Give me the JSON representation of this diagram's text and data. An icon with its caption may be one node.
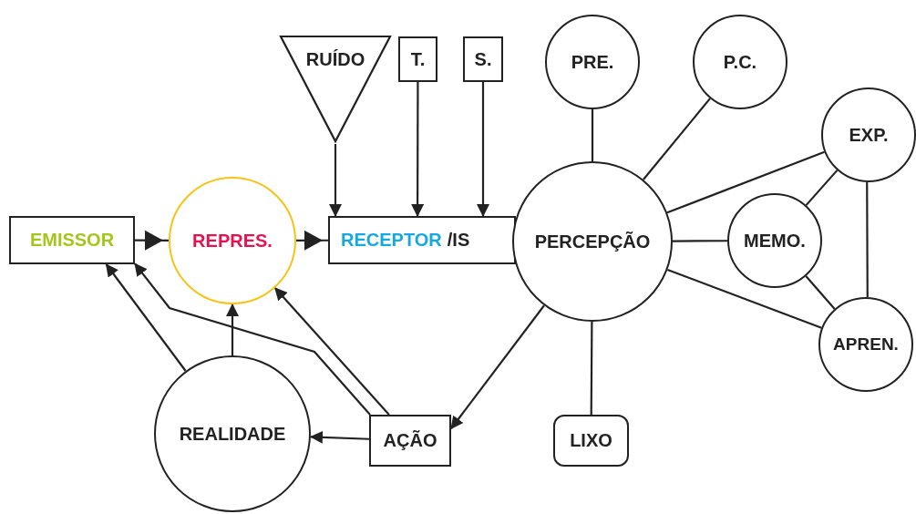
{
  "diagram": {
    "nodes": [
      {
        "text": [
          "RUÍDO"
        ]
      },
      {
        "text": [
          "T."
        ]
      },
      {
        "text": [
          "S."
        ]
      },
      {
        "text": [
          "PRE."
        ]
      },
      {
        "text": [
          "P.C."
        ]
      },
      {
        "text": [
          "EXP."
        ]
      },
      {
        "text": [
          "EMISSOR"
        ]
      },
      {
        "text": [
          "REPRES."
        ]
      },
      {
        "text": [
          "RECEPTOR",
          "/IS"
        ]
      },
      {
        "text": [
          "PERCEPÇÃO"
        ]
      },
      {
        "text": [
          "MEMO."
        ]
      },
      {
        "text": [
          "APREN."
        ]
      },
      {
        "text": [
          "REALIDADE"
        ]
      },
      {
        "text": [
          "AÇÃO"
        ]
      },
      {
        "text": [
          "LIXO"
        ]
      }
    ],
    "edges": [
      {
        "from": 0,
        "to": 8,
        "arrow": "to"
      },
      {
        "from": 1,
        "to": 8,
        "arrow": "to"
      },
      {
        "from": 2,
        "to": 8,
        "arrow": "to"
      },
      {
        "from": 6,
        "to": 7,
        "arrow": "to"
      },
      {
        "from": 7,
        "to": 8,
        "arrow": "to"
      },
      {
        "from": 3,
        "to": 9,
        "arrow": "none"
      },
      {
        "from": 4,
        "to": 9,
        "arrow": "none"
      },
      {
        "from": 5,
        "to": 9,
        "arrow": "none"
      },
      {
        "from": 9,
        "to": 10,
        "arrow": "none"
      },
      {
        "from": 9,
        "to": 11,
        "arrow": "none"
      },
      {
        "from": 5,
        "to": 10,
        "arrow": "none"
      },
      {
        "from": 5,
        "to": 11,
        "arrow": "none"
      },
      {
        "from": 10,
        "to": 11,
        "arrow": "none"
      },
      {
        "from": 9,
        "to": 14,
        "arrow": "none"
      },
      {
        "from": 9,
        "to": 13,
        "arrow": "to"
      },
      {
        "from": 13,
        "to": 12,
        "arrow": "to"
      },
      {
        "from": 13,
        "to": 6,
        "arrow": "to"
      },
      {
        "from": 13,
        "to": 7,
        "arrow": "to"
      },
      {
        "from": 12,
        "to": 6,
        "arrow": "to"
      },
      {
        "from": 12,
        "to": 7,
        "arrow": "to"
      }
    ]
  }
}
